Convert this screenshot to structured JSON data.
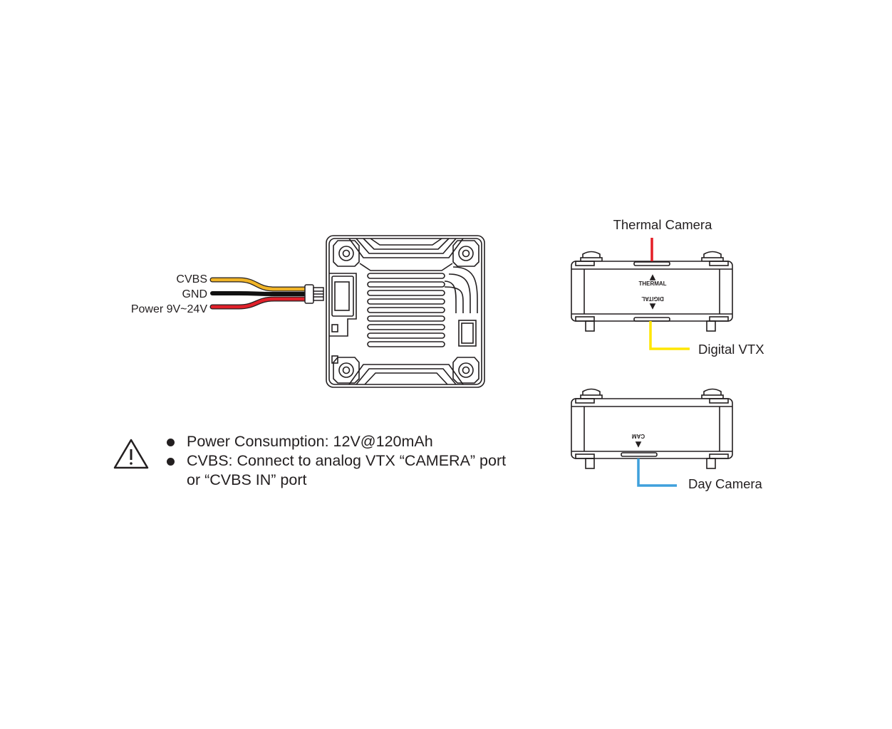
{
  "wires": {
    "cvbs_label": "CVBS",
    "gnd_label": "GND",
    "power_label": "Power 9V~24V",
    "colors": {
      "cvbs": "#f0b428",
      "gnd": "#111111",
      "power": "#e0202a"
    }
  },
  "top_unit": {
    "thermal_callout": "Thermal Camera",
    "digital_callout": "Digital VTX",
    "thermal_port_text": "THERMAL",
    "digital_port_text": "DIGITAL",
    "colors": {
      "thermal": "#e41e26",
      "digital": "#ffe600"
    }
  },
  "bottom_unit": {
    "day_callout": "Day Camera",
    "cam_port_text": "CAM",
    "colors": {
      "day": "#3fa0dc"
    }
  },
  "notes": {
    "warning_icon": "warning-triangle-icon",
    "items": [
      "Power Consumption: 12V@120mAh",
      "CVBS: Connect to analog VTX “CAMERA” port or “CVBS IN” port"
    ]
  }
}
